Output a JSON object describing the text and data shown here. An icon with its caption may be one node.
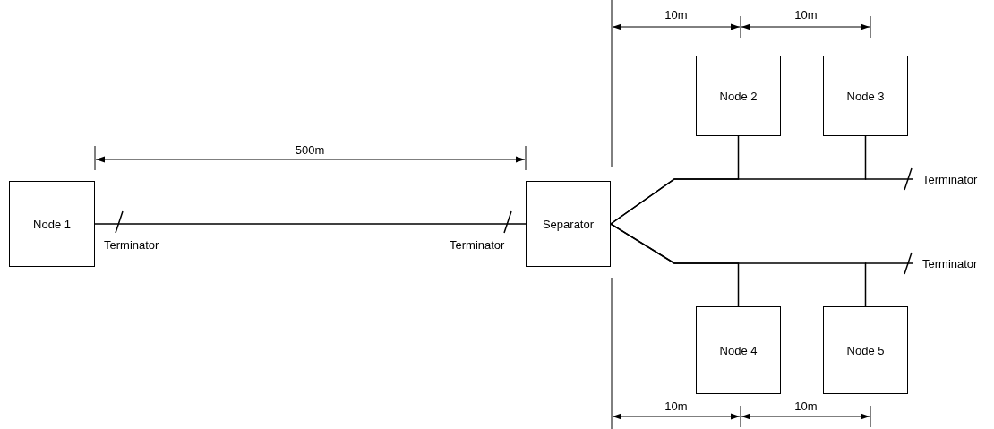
{
  "diagram": {
    "nodes": [
      {
        "text": [
          "Node 1"
        ]
      },
      {
        "text": [
          "Separator"
        ]
      },
      {
        "text": [
          "Node 2"
        ]
      },
      {
        "text": [
          "Node 3"
        ]
      },
      {
        "text": [
          "Node 4"
        ]
      },
      {
        "text": [
          "Node 5"
        ]
      }
    ],
    "edges": [
      {
        "from": 0,
        "to": 1,
        "arrow": "none"
      },
      {
        "from": 1,
        "to": 2,
        "arrow": "none"
      },
      {
        "from": 1,
        "to": 3,
        "arrow": "none"
      },
      {
        "from": 1,
        "to": 4,
        "arrow": "none"
      },
      {
        "from": 1,
        "to": 5,
        "arrow": "none"
      }
    ],
    "labels": [
      "10m",
      "10m",
      "500m",
      "Terminator",
      "Terminator",
      "Terminator",
      "Terminator",
      "10m",
      "10m"
    ]
  }
}
